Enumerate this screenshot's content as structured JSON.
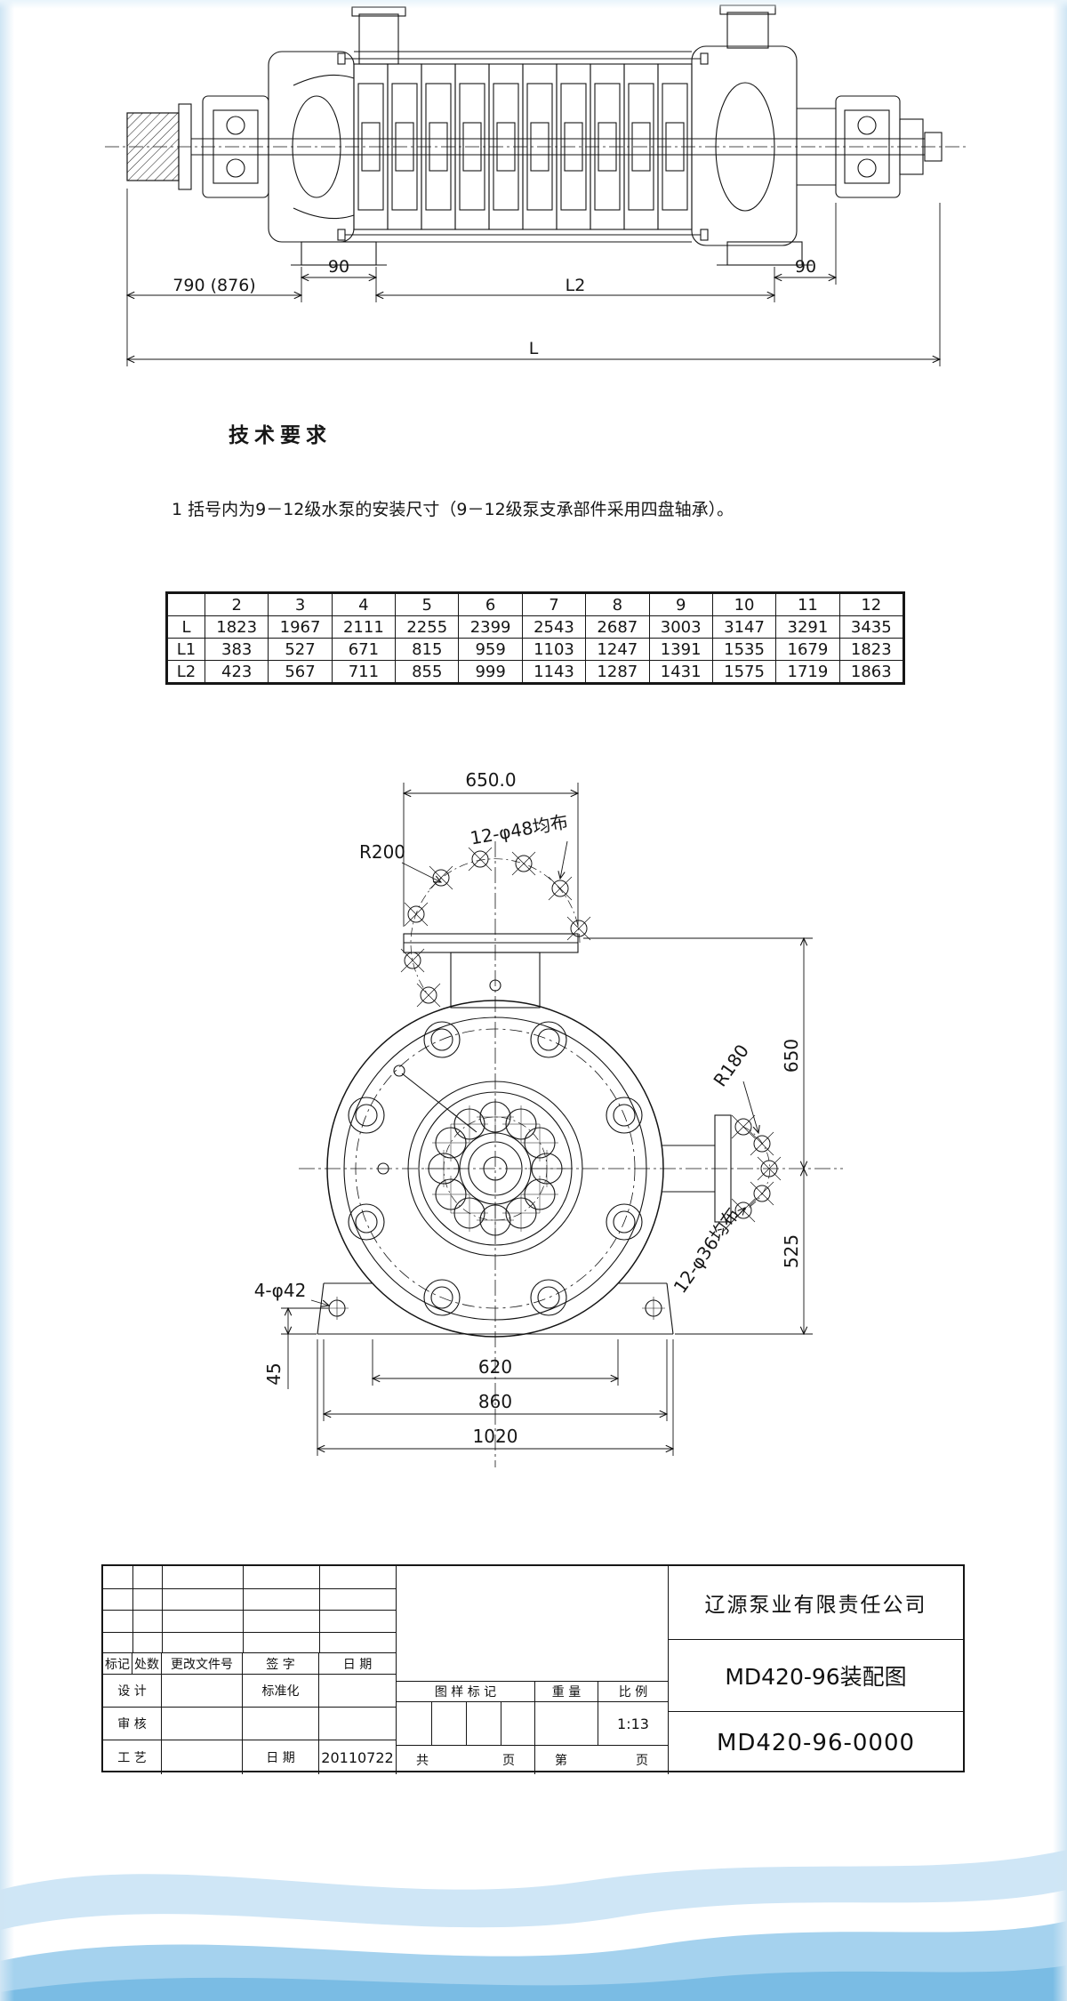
{
  "tech": {
    "title": "技术要求",
    "note1": "1  括号内为9－12级水泵的安装尺寸（9－12级泵支承部件采用四盘轴承）。"
  },
  "side_dims": {
    "left90": "90",
    "seg790": "790 (876)",
    "segL2": "L2",
    "right90": "90",
    "total": "L"
  },
  "table": {
    "corner": "",
    "stages": [
      "2",
      "3",
      "4",
      "5",
      "6",
      "7",
      "8",
      "9",
      "10",
      "11",
      "12"
    ],
    "rows": [
      {
        "label": "L",
        "values": [
          "1823",
          "1967",
          "2111",
          "2255",
          "2399",
          "2543",
          "2687",
          "3003",
          "3147",
          "3291",
          "3435"
        ]
      },
      {
        "label": "L1",
        "values": [
          "383",
          "527",
          "671",
          "815",
          "959",
          "1103",
          "1247",
          "1391",
          "1535",
          "1679",
          "1823"
        ]
      },
      {
        "label": "L2",
        "values": [
          "423",
          "567",
          "711",
          "855",
          "999",
          "1143",
          "1287",
          "1431",
          "1575",
          "1719",
          "1863"
        ]
      }
    ]
  },
  "front_dims": {
    "top_width": "650.0",
    "r200": "R200",
    "studs48": "12-φ48均布",
    "r180": "R180",
    "v650": "650",
    "v525": "525",
    "studs36": "12-φ36均布",
    "holes42": "4-φ42",
    "v45": "45",
    "w620": "620",
    "w860": "860",
    "w1020": "1020"
  },
  "title_block": {
    "company": "辽源泵业有限责任公司",
    "title": "MD420-96装配图",
    "number": "MD420-96-0000",
    "rev": {
      "mark": "标记",
      "count": "处数",
      "file": "更改文件号",
      "sign": "签 字",
      "date": "日 期"
    },
    "roles": {
      "design": "设 计",
      "std": "标准化",
      "audit": "审 核",
      "craft": "工 艺",
      "date_label": "日 期",
      "date": "20110722"
    },
    "mid": {
      "mark": "图 样 标 记",
      "weight": "重 量",
      "scale": "比 例",
      "scale_val": "1:13",
      "total": "共",
      "page1": "页",
      "no": "第",
      "page2": "页"
    }
  },
  "theme": {
    "wave1": "#cfe6f6",
    "wave2": "#ffffff",
    "wave3": "#a5d2ee",
    "wave4": "#7abce4"
  }
}
